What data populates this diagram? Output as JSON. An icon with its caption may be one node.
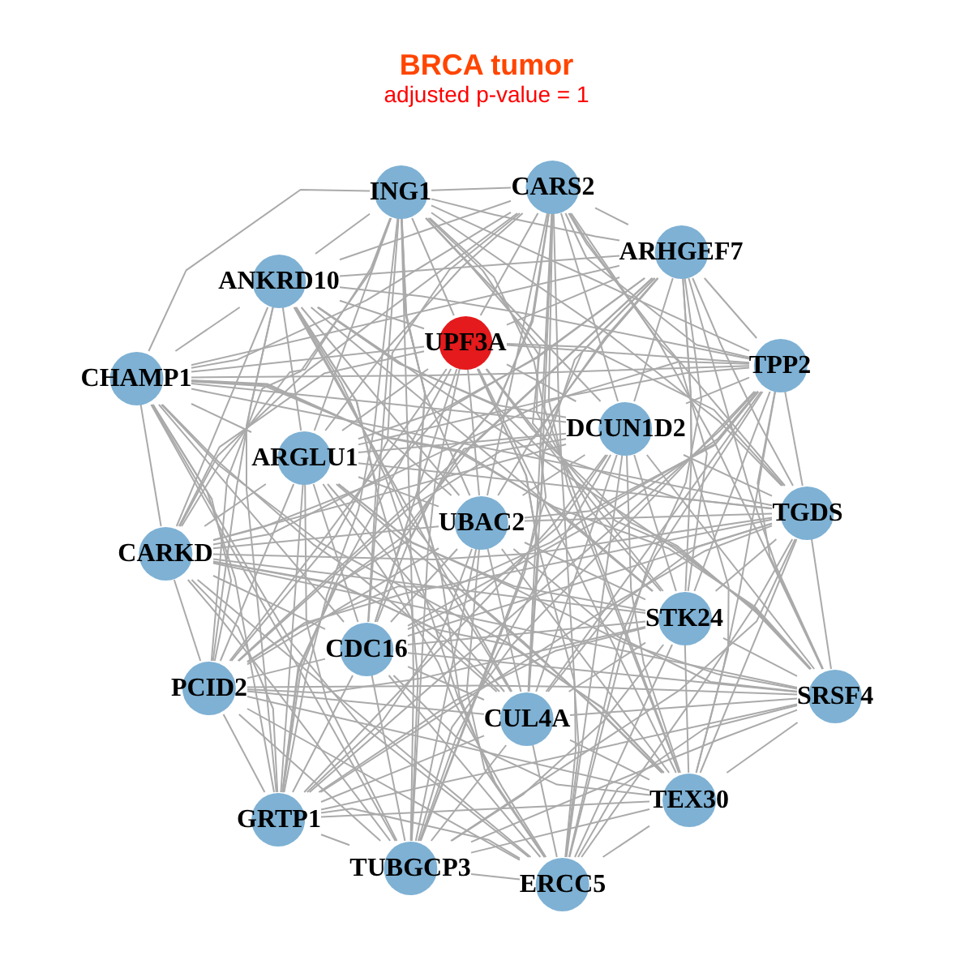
{
  "diagram": {
    "title": "BRCA tumor",
    "labels": [
      "adjusted p-value = 1"
    ],
    "nodes": [
      {
        "text": [
          "ING1"
        ]
      },
      {
        "text": [
          "CARS2"
        ]
      },
      {
        "text": [
          "ARHGEF7"
        ]
      },
      {
        "text": [
          "ANKRD10"
        ]
      },
      {
        "text": [
          "UPF3A"
        ]
      },
      {
        "text": [
          "TPP2"
        ]
      },
      {
        "text": [
          "CHAMP1"
        ]
      },
      {
        "text": [
          "DCUN1D2"
        ]
      },
      {
        "text": [
          "ARGLU1"
        ]
      },
      {
        "text": [
          "TGDS"
        ]
      },
      {
        "text": [
          "UBAC2"
        ]
      },
      {
        "text": [
          "CARKD"
        ]
      },
      {
        "text": [
          "STK24"
        ]
      },
      {
        "text": [
          "CDC16"
        ]
      },
      {
        "text": [
          "PCID2"
        ]
      },
      {
        "text": [
          "SRSF4"
        ]
      },
      {
        "text": [
          "CUL4A"
        ]
      },
      {
        "text": [
          "TEX30"
        ]
      },
      {
        "text": [
          "GRTP1"
        ]
      },
      {
        "text": [
          "TUBGCP3"
        ]
      },
      {
        "text": [
          "ERCC5"
        ]
      }
    ],
    "edges": [
      {
        "from": 0,
        "to": 1,
        "arrow": "none"
      },
      {
        "from": 0,
        "to": 2,
        "arrow": "none"
      },
      {
        "from": 0,
        "to": 3,
        "arrow": "none"
      },
      {
        "from": 0,
        "to": 4,
        "arrow": "none"
      },
      {
        "from": 0,
        "to": 5,
        "arrow": "none"
      },
      {
        "from": 0,
        "to": 6,
        "arrow": "none"
      },
      {
        "from": 0,
        "to": 7,
        "arrow": "none"
      },
      {
        "from": 0,
        "to": 8,
        "arrow": "none"
      },
      {
        "from": 0,
        "to": 9,
        "arrow": "none"
      },
      {
        "from": 0,
        "to": 10,
        "arrow": "none"
      },
      {
        "from": 0,
        "to": 11,
        "arrow": "none"
      },
      {
        "from": 0,
        "to": 12,
        "arrow": "none"
      },
      {
        "from": 0,
        "to": 13,
        "arrow": "none"
      },
      {
        "from": 0,
        "to": 14,
        "arrow": "none"
      },
      {
        "from": 0,
        "to": 15,
        "arrow": "none"
      },
      {
        "from": 0,
        "to": 16,
        "arrow": "none"
      },
      {
        "from": 0,
        "to": 17,
        "arrow": "none"
      },
      {
        "from": 0,
        "to": 18,
        "arrow": "none"
      },
      {
        "from": 0,
        "to": 19,
        "arrow": "none"
      },
      {
        "from": 0,
        "to": 20,
        "arrow": "none"
      },
      {
        "from": 1,
        "to": 2,
        "arrow": "none"
      },
      {
        "from": 1,
        "to": 3,
        "arrow": "none"
      },
      {
        "from": 1,
        "to": 4,
        "arrow": "none"
      },
      {
        "from": 1,
        "to": 5,
        "arrow": "none"
      },
      {
        "from": 1,
        "to": 6,
        "arrow": "none"
      },
      {
        "from": 1,
        "to": 7,
        "arrow": "none"
      },
      {
        "from": 1,
        "to": 8,
        "arrow": "none"
      },
      {
        "from": 1,
        "to": 9,
        "arrow": "none"
      },
      {
        "from": 1,
        "to": 10,
        "arrow": "none"
      },
      {
        "from": 1,
        "to": 11,
        "arrow": "none"
      },
      {
        "from": 1,
        "to": 12,
        "arrow": "none"
      },
      {
        "from": 1,
        "to": 13,
        "arrow": "none"
      },
      {
        "from": 1,
        "to": 14,
        "arrow": "none"
      },
      {
        "from": 1,
        "to": 15,
        "arrow": "none"
      },
      {
        "from": 1,
        "to": 16,
        "arrow": "none"
      },
      {
        "from": 1,
        "to": 17,
        "arrow": "none"
      },
      {
        "from": 1,
        "to": 18,
        "arrow": "none"
      },
      {
        "from": 1,
        "to": 19,
        "arrow": "none"
      },
      {
        "from": 1,
        "to": 20,
        "arrow": "none"
      },
      {
        "from": 2,
        "to": 3,
        "arrow": "none"
      },
      {
        "from": 2,
        "to": 4,
        "arrow": "none"
      },
      {
        "from": 2,
        "to": 5,
        "arrow": "none"
      },
      {
        "from": 2,
        "to": 6,
        "arrow": "none"
      },
      {
        "from": 2,
        "to": 7,
        "arrow": "none"
      },
      {
        "from": 2,
        "to": 8,
        "arrow": "none"
      },
      {
        "from": 2,
        "to": 9,
        "arrow": "none"
      },
      {
        "from": 2,
        "to": 10,
        "arrow": "none"
      },
      {
        "from": 2,
        "to": 11,
        "arrow": "none"
      },
      {
        "from": 2,
        "to": 12,
        "arrow": "none"
      },
      {
        "from": 2,
        "to": 13,
        "arrow": "none"
      },
      {
        "from": 2,
        "to": 14,
        "arrow": "none"
      },
      {
        "from": 2,
        "to": 15,
        "arrow": "none"
      },
      {
        "from": 2,
        "to": 16,
        "arrow": "none"
      },
      {
        "from": 2,
        "to": 17,
        "arrow": "none"
      },
      {
        "from": 2,
        "to": 18,
        "arrow": "none"
      },
      {
        "from": 2,
        "to": 19,
        "arrow": "none"
      },
      {
        "from": 2,
        "to": 20,
        "arrow": "none"
      },
      {
        "from": 3,
        "to": 4,
        "arrow": "none"
      },
      {
        "from": 3,
        "to": 5,
        "arrow": "none"
      },
      {
        "from": 3,
        "to": 6,
        "arrow": "none"
      },
      {
        "from": 3,
        "to": 7,
        "arrow": "none"
      },
      {
        "from": 3,
        "to": 8,
        "arrow": "none"
      },
      {
        "from": 3,
        "to": 9,
        "arrow": "none"
      },
      {
        "from": 3,
        "to": 10,
        "arrow": "none"
      },
      {
        "from": 3,
        "to": 11,
        "arrow": "none"
      },
      {
        "from": 3,
        "to": 12,
        "arrow": "none"
      },
      {
        "from": 3,
        "to": 13,
        "arrow": "none"
      },
      {
        "from": 3,
        "to": 14,
        "arrow": "none"
      },
      {
        "from": 3,
        "to": 15,
        "arrow": "none"
      },
      {
        "from": 3,
        "to": 16,
        "arrow": "none"
      },
      {
        "from": 3,
        "to": 17,
        "arrow": "none"
      },
      {
        "from": 3,
        "to": 18,
        "arrow": "none"
      },
      {
        "from": 3,
        "to": 19,
        "arrow": "none"
      },
      {
        "from": 3,
        "to": 20,
        "arrow": "none"
      },
      {
        "from": 4,
        "to": 5,
        "arrow": "none"
      },
      {
        "from": 4,
        "to": 6,
        "arrow": "none"
      },
      {
        "from": 4,
        "to": 7,
        "arrow": "none"
      },
      {
        "from": 4,
        "to": 8,
        "arrow": "none"
      },
      {
        "from": 4,
        "to": 9,
        "arrow": "none"
      },
      {
        "from": 4,
        "to": 10,
        "arrow": "none"
      },
      {
        "from": 4,
        "to": 11,
        "arrow": "none"
      },
      {
        "from": 4,
        "to": 12,
        "arrow": "none"
      },
      {
        "from": 4,
        "to": 13,
        "arrow": "none"
      },
      {
        "from": 4,
        "to": 14,
        "arrow": "none"
      },
      {
        "from": 4,
        "to": 15,
        "arrow": "none"
      },
      {
        "from": 4,
        "to": 16,
        "arrow": "none"
      },
      {
        "from": 4,
        "to": 17,
        "arrow": "none"
      },
      {
        "from": 4,
        "to": 18,
        "arrow": "none"
      },
      {
        "from": 4,
        "to": 19,
        "arrow": "none"
      },
      {
        "from": 4,
        "to": 20,
        "arrow": "none"
      },
      {
        "from": 5,
        "to": 6,
        "arrow": "none"
      },
      {
        "from": 5,
        "to": 7,
        "arrow": "none"
      },
      {
        "from": 5,
        "to": 8,
        "arrow": "none"
      },
      {
        "from": 5,
        "to": 9,
        "arrow": "none"
      },
      {
        "from": 5,
        "to": 10,
        "arrow": "none"
      },
      {
        "from": 5,
        "to": 11,
        "arrow": "none"
      },
      {
        "from": 5,
        "to": 12,
        "arrow": "none"
      },
      {
        "from": 5,
        "to": 13,
        "arrow": "none"
      },
      {
        "from": 5,
        "to": 14,
        "arrow": "none"
      },
      {
        "from": 5,
        "to": 15,
        "arrow": "none"
      },
      {
        "from": 5,
        "to": 16,
        "arrow": "none"
      },
      {
        "from": 5,
        "to": 17,
        "arrow": "none"
      },
      {
        "from": 5,
        "to": 18,
        "arrow": "none"
      },
      {
        "from": 5,
        "to": 19,
        "arrow": "none"
      },
      {
        "from": 5,
        "to": 20,
        "arrow": "none"
      },
      {
        "from": 6,
        "to": 7,
        "arrow": "none"
      },
      {
        "from": 6,
        "to": 8,
        "arrow": "none"
      },
      {
        "from": 6,
        "to": 9,
        "arrow": "none"
      },
      {
        "from": 6,
        "to": 10,
        "arrow": "none"
      },
      {
        "from": 6,
        "to": 11,
        "arrow": "none"
      },
      {
        "from": 6,
        "to": 12,
        "arrow": "none"
      },
      {
        "from": 6,
        "to": 13,
        "arrow": "none"
      },
      {
        "from": 6,
        "to": 14,
        "arrow": "none"
      },
      {
        "from": 6,
        "to": 15,
        "arrow": "none"
      },
      {
        "from": 6,
        "to": 16,
        "arrow": "none"
      },
      {
        "from": 6,
        "to": 17,
        "arrow": "none"
      },
      {
        "from": 6,
        "to": 18,
        "arrow": "none"
      },
      {
        "from": 6,
        "to": 19,
        "arrow": "none"
      },
      {
        "from": 6,
        "to": 20,
        "arrow": "none"
      },
      {
        "from": 7,
        "to": 8,
        "arrow": "none"
      },
      {
        "from": 7,
        "to": 9,
        "arrow": "none"
      },
      {
        "from": 7,
        "to": 10,
        "arrow": "none"
      },
      {
        "from": 7,
        "to": 11,
        "arrow": "none"
      },
      {
        "from": 7,
        "to": 12,
        "arrow": "none"
      },
      {
        "from": 7,
        "to": 13,
        "arrow": "none"
      },
      {
        "from": 7,
        "to": 14,
        "arrow": "none"
      },
      {
        "from": 7,
        "to": 15,
        "arrow": "none"
      },
      {
        "from": 7,
        "to": 16,
        "arrow": "none"
      },
      {
        "from": 7,
        "to": 17,
        "arrow": "none"
      },
      {
        "from": 7,
        "to": 18,
        "arrow": "none"
      },
      {
        "from": 7,
        "to": 19,
        "arrow": "none"
      },
      {
        "from": 7,
        "to": 20,
        "arrow": "none"
      },
      {
        "from": 8,
        "to": 9,
        "arrow": "none"
      },
      {
        "from": 8,
        "to": 10,
        "arrow": "none"
      },
      {
        "from": 8,
        "to": 11,
        "arrow": "none"
      },
      {
        "from": 8,
        "to": 12,
        "arrow": "none"
      },
      {
        "from": 8,
        "to": 13,
        "arrow": "none"
      },
      {
        "from": 8,
        "to": 14,
        "arrow": "none"
      },
      {
        "from": 8,
        "to": 15,
        "arrow": "none"
      },
      {
        "from": 8,
        "to": 16,
        "arrow": "none"
      },
      {
        "from": 8,
        "to": 17,
        "arrow": "none"
      },
      {
        "from": 8,
        "to": 18,
        "arrow": "none"
      },
      {
        "from": 8,
        "to": 19,
        "arrow": "none"
      },
      {
        "from": 8,
        "to": 20,
        "arrow": "none"
      },
      {
        "from": 9,
        "to": 10,
        "arrow": "none"
      },
      {
        "from": 9,
        "to": 11,
        "arrow": "none"
      },
      {
        "from": 9,
        "to": 12,
        "arrow": "none"
      },
      {
        "from": 9,
        "to": 13,
        "arrow": "none"
      },
      {
        "from": 9,
        "to": 14,
        "arrow": "none"
      },
      {
        "from": 9,
        "to": 15,
        "arrow": "none"
      },
      {
        "from": 9,
        "to": 16,
        "arrow": "none"
      },
      {
        "from": 9,
        "to": 17,
        "arrow": "none"
      },
      {
        "from": 9,
        "to": 18,
        "arrow": "none"
      },
      {
        "from": 9,
        "to": 19,
        "arrow": "none"
      },
      {
        "from": 9,
        "to": 20,
        "arrow": "none"
      },
      {
        "from": 10,
        "to": 11,
        "arrow": "none"
      },
      {
        "from": 10,
        "to": 12,
        "arrow": "none"
      },
      {
        "from": 10,
        "to": 13,
        "arrow": "none"
      },
      {
        "from": 10,
        "to": 14,
        "arrow": "none"
      },
      {
        "from": 10,
        "to": 15,
        "arrow": "none"
      },
      {
        "from": 10,
        "to": 16,
        "arrow": "none"
      },
      {
        "from": 10,
        "to": 17,
        "arrow": "none"
      },
      {
        "from": 10,
        "to": 18,
        "arrow": "none"
      },
      {
        "from": 10,
        "to": 19,
        "arrow": "none"
      },
      {
        "from": 10,
        "to": 20,
        "arrow": "none"
      },
      {
        "from": 11,
        "to": 12,
        "arrow": "none"
      },
      {
        "from": 11,
        "to": 13,
        "arrow": "none"
      },
      {
        "from": 11,
        "to": 14,
        "arrow": "none"
      },
      {
        "from": 11,
        "to": 15,
        "arrow": "none"
      },
      {
        "from": 11,
        "to": 16,
        "arrow": "none"
      },
      {
        "from": 11,
        "to": 17,
        "arrow": "none"
      },
      {
        "from": 11,
        "to": 18,
        "arrow": "none"
      },
      {
        "from": 11,
        "to": 19,
        "arrow": "none"
      },
      {
        "from": 11,
        "to": 20,
        "arrow": "none"
      },
      {
        "from": 12,
        "to": 13,
        "arrow": "none"
      },
      {
        "from": 12,
        "to": 14,
        "arrow": "none"
      },
      {
        "from": 12,
        "to": 15,
        "arrow": "none"
      },
      {
        "from": 12,
        "to": 16,
        "arrow": "none"
      },
      {
        "from": 12,
        "to": 17,
        "arrow": "none"
      },
      {
        "from": 12,
        "to": 18,
        "arrow": "none"
      },
      {
        "from": 12,
        "to": 19,
        "arrow": "none"
      },
      {
        "from": 12,
        "to": 20,
        "arrow": "none"
      },
      {
        "from": 13,
        "to": 14,
        "arrow": "none"
      },
      {
        "from": 13,
        "to": 15,
        "arrow": "none"
      },
      {
        "from": 13,
        "to": 16,
        "arrow": "none"
      },
      {
        "from": 13,
        "to": 17,
        "arrow": "none"
      },
      {
        "from": 13,
        "to": 18,
        "arrow": "none"
      },
      {
        "from": 13,
        "to": 19,
        "arrow": "none"
      },
      {
        "from": 13,
        "to": 20,
        "arrow": "none"
      },
      {
        "from": 14,
        "to": 15,
        "arrow": "none"
      },
      {
        "from": 14,
        "to": 16,
        "arrow": "none"
      },
      {
        "from": 14,
        "to": 17,
        "arrow": "none"
      },
      {
        "from": 14,
        "to": 18,
        "arrow": "none"
      },
      {
        "from": 14,
        "to": 19,
        "arrow": "none"
      },
      {
        "from": 14,
        "to": 20,
        "arrow": "none"
      },
      {
        "from": 15,
        "to": 16,
        "arrow": "none"
      },
      {
        "from": 15,
        "to": 17,
        "arrow": "none"
      },
      {
        "from": 15,
        "to": 18,
        "arrow": "none"
      },
      {
        "from": 15,
        "to": 19,
        "arrow": "none"
      },
      {
        "from": 15,
        "to": 20,
        "arrow": "none"
      },
      {
        "from": 16,
        "to": 17,
        "arrow": "none"
      },
      {
        "from": 16,
        "to": 18,
        "arrow": "none"
      },
      {
        "from": 16,
        "to": 19,
        "arrow": "none"
      },
      {
        "from": 16,
        "to": 20,
        "arrow": "none"
      },
      {
        "from": 17,
        "to": 18,
        "arrow": "none"
      },
      {
        "from": 17,
        "to": 19,
        "arrow": "none"
      },
      {
        "from": 17,
        "to": 20,
        "arrow": "none"
      },
      {
        "from": 18,
        "to": 19,
        "arrow": "none"
      },
      {
        "from": 18,
        "to": 20,
        "arrow": "none"
      },
      {
        "from": 19,
        "to": 20,
        "arrow": "none"
      }
    ]
  }
}
